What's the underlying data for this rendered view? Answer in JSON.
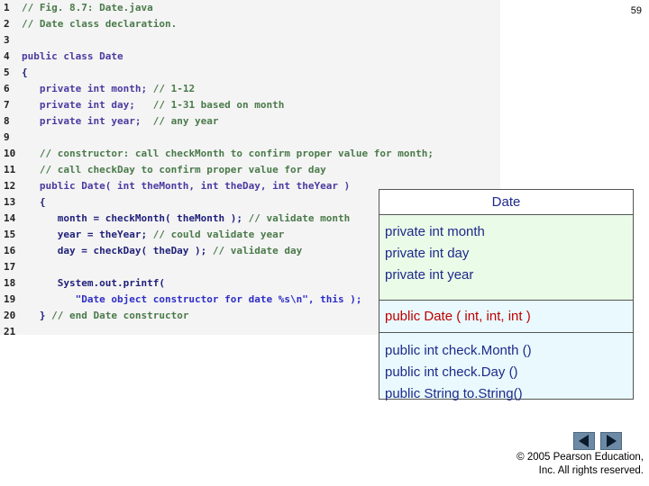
{
  "slide_number": "59",
  "code_lines": [
    {
      "n": "1",
      "code": "",
      "comment": "// Fig. 8.7: Date.java"
    },
    {
      "n": "2",
      "code": "",
      "comment": "// Date class declaration."
    },
    {
      "n": "3",
      "code": "",
      "comment": ""
    },
    {
      "n": "4",
      "code": "public class Date",
      "comment": ""
    },
    {
      "n": "5",
      "code": "{",
      "comment": ""
    },
    {
      "n": "6",
      "code": "   private int month; ",
      "comment": "// 1-12"
    },
    {
      "n": "7",
      "code": "   private int day;   ",
      "comment": "// 1-31 based on month"
    },
    {
      "n": "8",
      "code": "   private int year;  ",
      "comment": "// any year"
    },
    {
      "n": "9",
      "code": "",
      "comment": ""
    },
    {
      "n": "10",
      "code": "   ",
      "comment": "// constructor: call checkMonth to confirm proper value for month;"
    },
    {
      "n": "11",
      "code": "   ",
      "comment": "// call checkDay to confirm proper value for day"
    },
    {
      "n": "12",
      "code": "   public Date( int theMonth, int theDay, int theYear )",
      "comment": ""
    },
    {
      "n": "13",
      "code": "   {",
      "comment": ""
    },
    {
      "n": "14",
      "code": "      month = checkMonth( theMonth ); ",
      "comment": "// validate month"
    },
    {
      "n": "15",
      "code": "      year = theYear; ",
      "comment": "// could validate year"
    },
    {
      "n": "16",
      "code": "      day = checkDay( theDay ); ",
      "comment": "// validate day"
    },
    {
      "n": "17",
      "code": "",
      "comment": ""
    },
    {
      "n": "18",
      "code": "      System.out.printf(",
      "comment": ""
    },
    {
      "n": "19",
      "code": "         \"Date object constructor for date %s\\n\", this );",
      "comment": ""
    },
    {
      "n": "20",
      "code": "   } ",
      "comment": "// end Date constructor"
    },
    {
      "n": "21",
      "code": "",
      "comment": ""
    }
  ],
  "uml": {
    "class_name": "Date",
    "attributes": [
      "private int month",
      "private int day",
      "private int year"
    ],
    "constructor": "public Date ( int, int, int )",
    "operations": [
      "public int  check.Month ()",
      "public int check.Day ()",
      "public String to.String()"
    ]
  },
  "nav": {
    "prev_icon": "triangle-left-icon",
    "next_icon": "triangle-right-icon"
  },
  "footer": {
    "line1": "© 2005 Pearson Education,",
    "line2": "Inc.  All rights reserved."
  }
}
